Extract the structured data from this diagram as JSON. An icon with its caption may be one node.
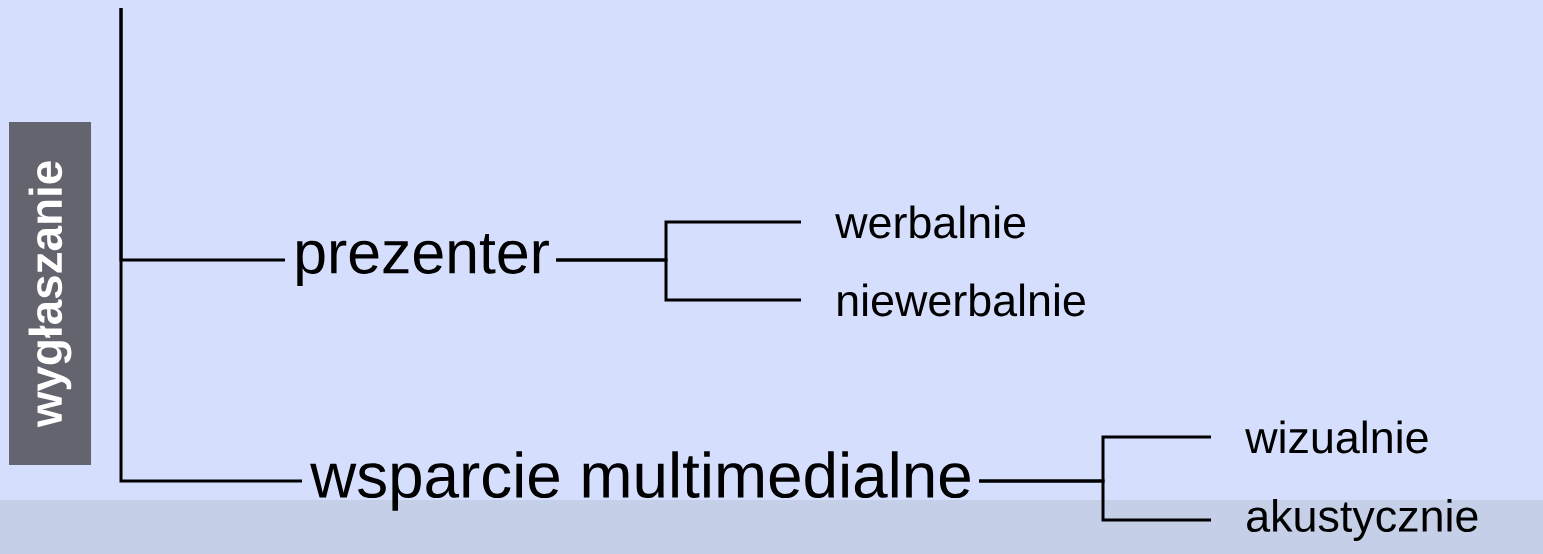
{
  "diagram": {
    "nodes": [
      {
        "text": [
          "wygłaszanie"
        ]
      },
      {
        "text": [
          "prezenter"
        ]
      },
      {
        "text": [
          "werbalnie"
        ]
      },
      {
        "text": [
          "niewerbalnie"
        ]
      },
      {
        "text": [
          "wsparcie multimedialne"
        ]
      },
      {
        "text": [
          "wizualnie"
        ]
      },
      {
        "text": [
          "akustycznie"
        ]
      }
    ],
    "edges": [
      {
        "from": null,
        "to": 1,
        "arrow": "none"
      },
      {
        "from": null,
        "to": 4,
        "arrow": "none"
      },
      {
        "from": 1,
        "to": 2,
        "arrow": "none"
      },
      {
        "from": 1,
        "to": 3,
        "arrow": "none"
      },
      {
        "from": 4,
        "to": 5,
        "arrow": "none"
      },
      {
        "from": 4,
        "to": 6,
        "arrow": "none"
      }
    ]
  }
}
